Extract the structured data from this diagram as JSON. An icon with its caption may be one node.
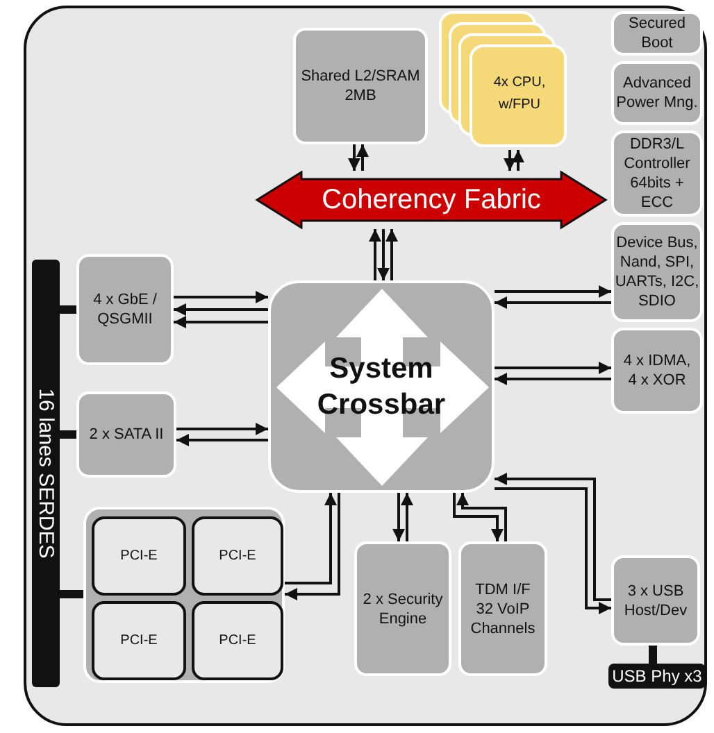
{
  "diagram": {
    "nodes": [
      {
        "text": [
          "Shared L2/SRAM 2MB"
        ]
      },
      {
        "text": [
          "4x CPU, w/FPU"
        ]
      },
      {
        "text": [
          "Coherency Fabric"
        ]
      },
      {
        "text": [
          "Secured Boot"
        ]
      },
      {
        "text": [
          "Advanced Power Mng."
        ]
      },
      {
        "text": [
          "DDR3/L Controller 64bits + ECC"
        ]
      },
      {
        "text": [
          "Device Bus, Nand, SPI, UARTs, I2C, SDIO"
        ]
      },
      {
        "text": [
          "4 x IDMA, 4 x XOR"
        ]
      },
      {
        "text": [
          "System Crossbar"
        ]
      },
      {
        "text": [
          "4 x GbE / QSGMII"
        ]
      },
      {
        "text": [
          "2 x SATA II"
        ]
      },
      {
        "text": [],
        "shape": "box"
      },
      {
        "text": [
          "PCI-E"
        ],
        "in": 11
      },
      {
        "text": [
          "PCI-E"
        ],
        "in": 11
      },
      {
        "text": [
          "PCI-E"
        ],
        "in": 11
      },
      {
        "text": [
          "PCI-E"
        ],
        "in": 11
      },
      {
        "text": [
          "2 x Security Engine"
        ]
      },
      {
        "text": [
          "TDM I/F 32 VoIP Channels"
        ]
      },
      {
        "text": [
          "3 x USB Host/Dev"
        ]
      },
      {
        "text": [
          "16 lanes SERDES"
        ]
      },
      {
        "text": [
          "USB Phy x3"
        ]
      }
    ],
    "edges": [
      {
        "from": 0,
        "to": 2,
        "arrow": "to"
      },
      {
        "from": 2,
        "to": 0,
        "arrow": "to"
      },
      {
        "from": 1,
        "to": 2,
        "arrow": "to"
      },
      {
        "from": 2,
        "to": 1,
        "arrow": "to"
      },
      {
        "from": 8,
        "to": 2,
        "arrow": "to"
      },
      {
        "from": 2,
        "to": 8,
        "arrow": "to"
      },
      {
        "from": 8,
        "to": 2,
        "arrow": "to"
      },
      {
        "from": 9,
        "to": 8,
        "arrow": "to"
      },
      {
        "from": 8,
        "to": 9,
        "arrow": "to"
      },
      {
        "from": 8,
        "to": 9,
        "arrow": "to"
      },
      {
        "from": 10,
        "to": 8,
        "arrow": "to"
      },
      {
        "from": 8,
        "to": 10,
        "arrow": "to"
      },
      {
        "from": 8,
        "to": 6,
        "arrow": "to"
      },
      {
        "from": 6,
        "to": 8,
        "arrow": "to"
      },
      {
        "from": 8,
        "to": 7,
        "arrow": "to"
      },
      {
        "from": 7,
        "to": 8,
        "arrow": "to"
      },
      {
        "from": 18,
        "to": 8,
        "arrow": "to"
      },
      {
        "from": 8,
        "to": 18,
        "arrow": "to"
      },
      {
        "from": 11,
        "to": 8,
        "arrow": "to"
      },
      {
        "from": 8,
        "to": 11,
        "arrow": "to"
      },
      {
        "from": 8,
        "to": 16,
        "arrow": "to"
      },
      {
        "from": 16,
        "to": 8,
        "arrow": "to"
      },
      {
        "from": 8,
        "to": 17,
        "arrow": "to"
      },
      {
        "from": 17,
        "to": 8,
        "arrow": "to"
      },
      {
        "from": 19,
        "to": 9,
        "arrow": "none",
        "style": "thick"
      },
      {
        "from": 19,
        "to": 10,
        "arrow": "none",
        "style": "thick"
      },
      {
        "from": 19,
        "to": 11,
        "arrow": "none",
        "style": "thick"
      },
      {
        "from": 20,
        "to": 18,
        "arrow": "none",
        "style": "thick"
      }
    ]
  }
}
